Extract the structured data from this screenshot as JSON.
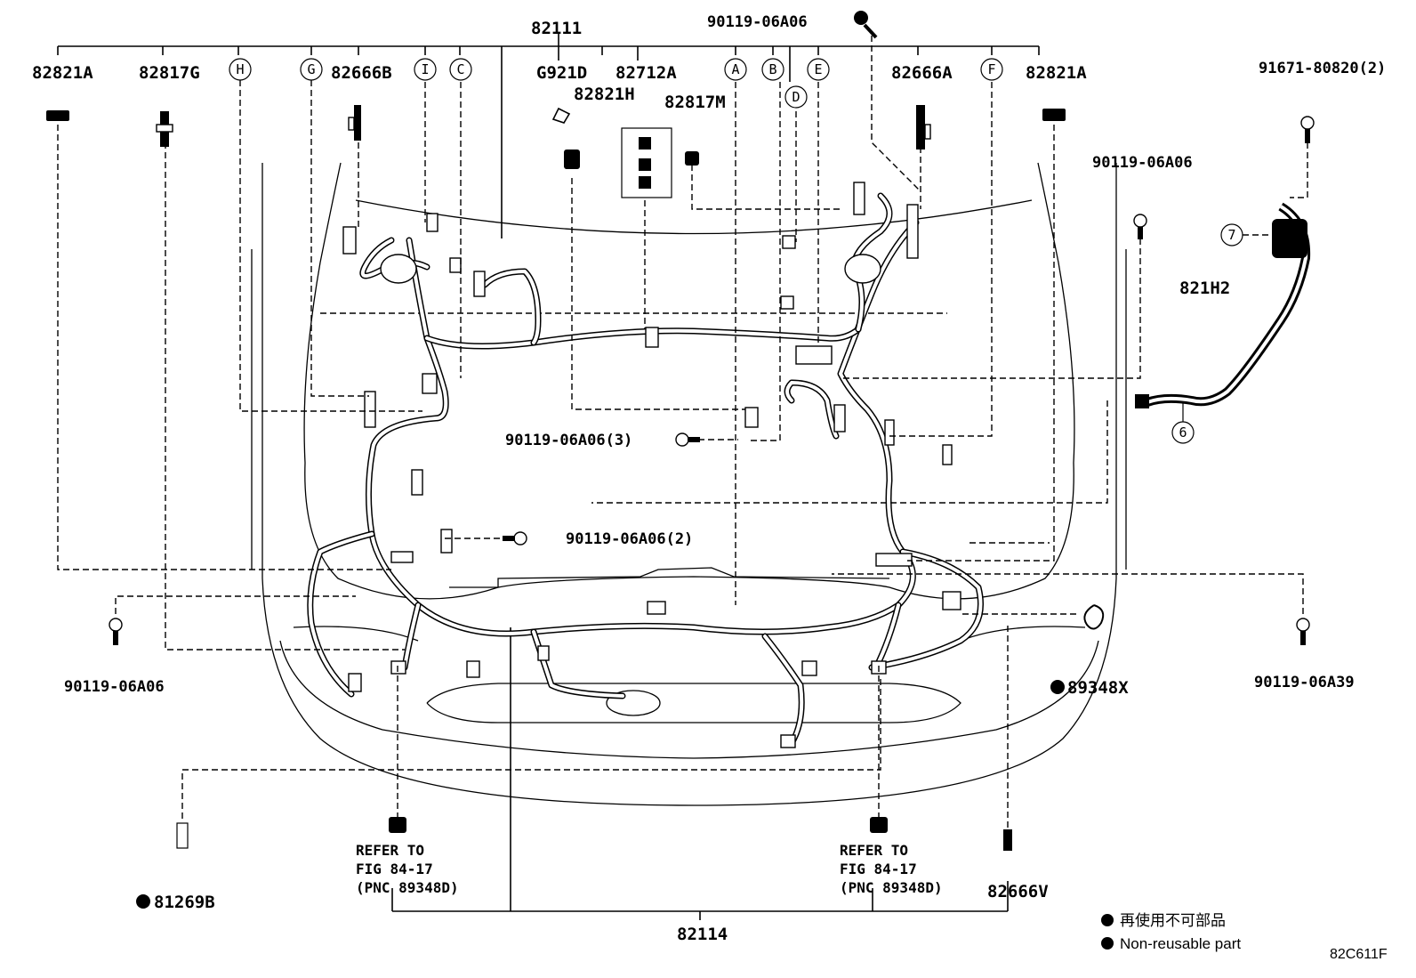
{
  "parts": {
    "p82111": "82111",
    "p82114": "82114",
    "p82821A_left": "82821A",
    "p82821A_right": "82821A",
    "p82817G": "82817G",
    "p82666B": "82666B",
    "p82666A": "82666A",
    "pG921D": "G921D",
    "p82712A": "82712A",
    "p82821H": "82821H",
    "p82817M": "82817M",
    "p90119_top": "90119-06A06",
    "p91671": "91671-80820(2)",
    "p90119_right": "90119-06A06",
    "p821H2": "821H2",
    "p90119_3": "90119-06A06(3)",
    "p90119_2": "90119-06A06(2)",
    "p90119_left": "90119-06A06",
    "p89348X": "89348X",
    "p90119_06A39": "90119-06A39",
    "p81269B": "81269B",
    "p82666V": "82666V"
  },
  "callouts": {
    "A": "A",
    "B": "B",
    "C": "C",
    "D": "D",
    "E": "E",
    "F": "F",
    "G": "G",
    "H": "H",
    "I": "I",
    "n6": "6",
    "n7": "7"
  },
  "refer_left": {
    "line1": "REFER TO",
    "line2": "FIG 84-17",
    "line3": "(PNC 89348D)"
  },
  "refer_right": {
    "line1": "REFER TO",
    "line2": "FIG 84-17",
    "line3": "(PNC 89348D)"
  },
  "legend": {
    "jp": "再使用不可部品",
    "en": "Non-reusable part"
  },
  "diagram_code": "82C611F"
}
